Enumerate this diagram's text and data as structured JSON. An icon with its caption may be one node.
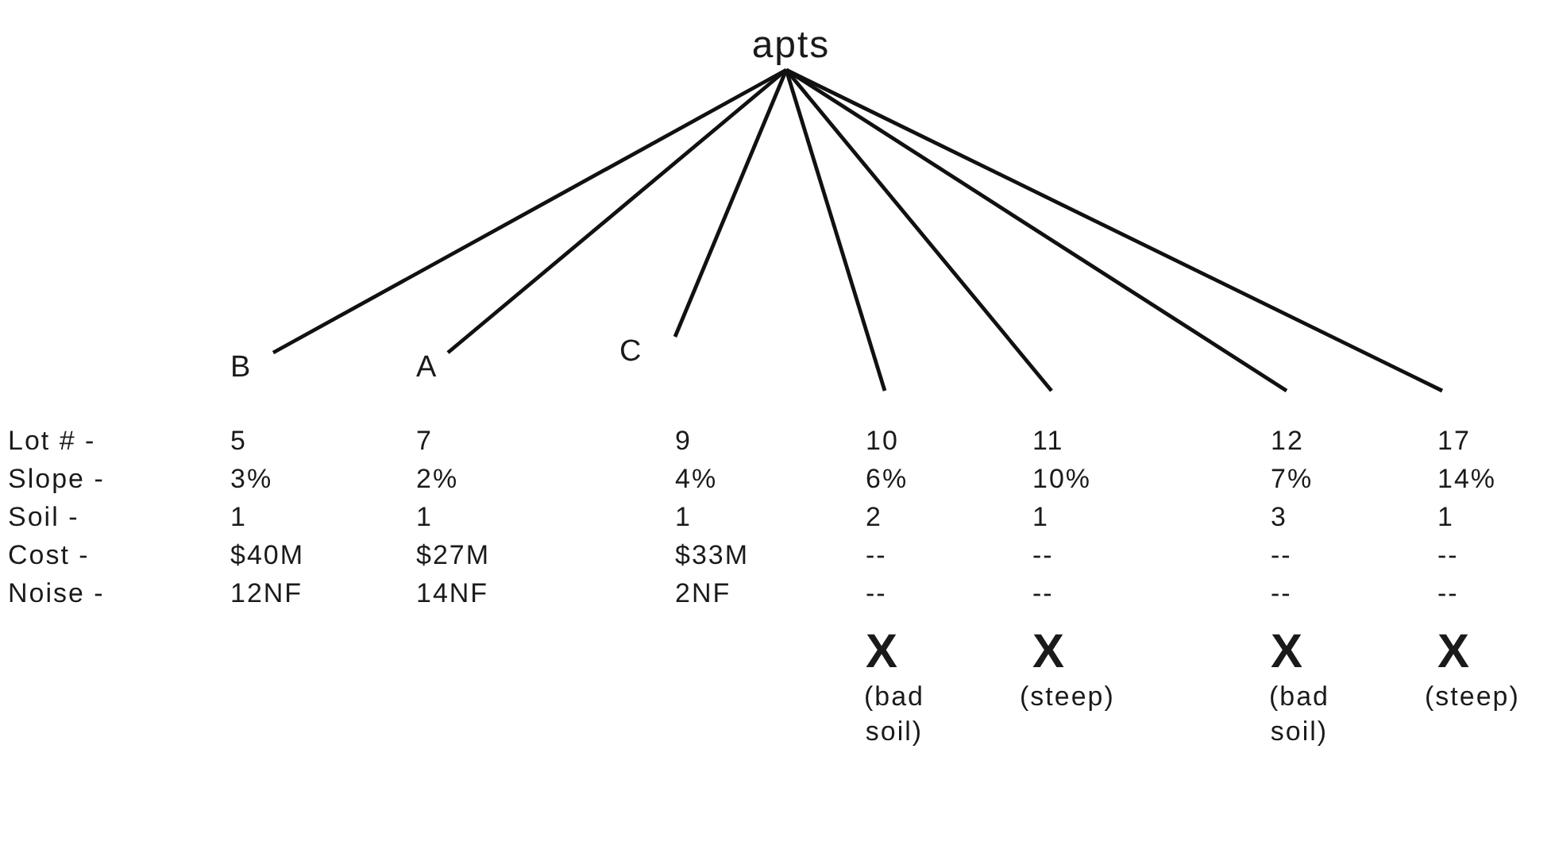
{
  "diagram": {
    "nodes": [
      {
        "text": [
          "apts"
        ]
      },
      {
        "text": [
          "B",
          "5",
          "3%",
          "1",
          "$40M",
          "12NF"
        ]
      },
      {
        "text": [
          "A",
          "7",
          "2%",
          "1",
          "$27M",
          "14NF"
        ]
      },
      {
        "text": [
          "C",
          "9",
          "4%",
          "1",
          "$33M",
          "2NF"
        ]
      },
      {
        "text": [
          "10",
          "6%",
          "2",
          "--",
          "--",
          "X",
          "(bad soil)"
        ]
      },
      {
        "text": [
          "11",
          "10%",
          "1",
          "--",
          "--",
          "X",
          "(steep)"
        ]
      },
      {
        "text": [
          "12",
          "7%",
          "3",
          "--",
          "--",
          "X",
          "(bad soil)"
        ]
      },
      {
        "text": [
          "17",
          "14%",
          "1",
          "--",
          "--",
          "X",
          "(steep)"
        ]
      }
    ],
    "edges": [
      {
        "from": 0,
        "to": 1,
        "arrow": "none"
      },
      {
        "from": 0,
        "to": 2,
        "arrow": "none"
      },
      {
        "from": 0,
        "to": 3,
        "arrow": "none"
      },
      {
        "from": 0,
        "to": 4,
        "arrow": "none"
      },
      {
        "from": 0,
        "to": 5,
        "arrow": "none"
      },
      {
        "from": 0,
        "to": 6,
        "arrow": "none"
      },
      {
        "from": 0,
        "to": 7,
        "arrow": "none"
      }
    ],
    "labels": [
      "Lot # -",
      "Slope -",
      "Soil -",
      "Cost -",
      "Noise -"
    ]
  }
}
